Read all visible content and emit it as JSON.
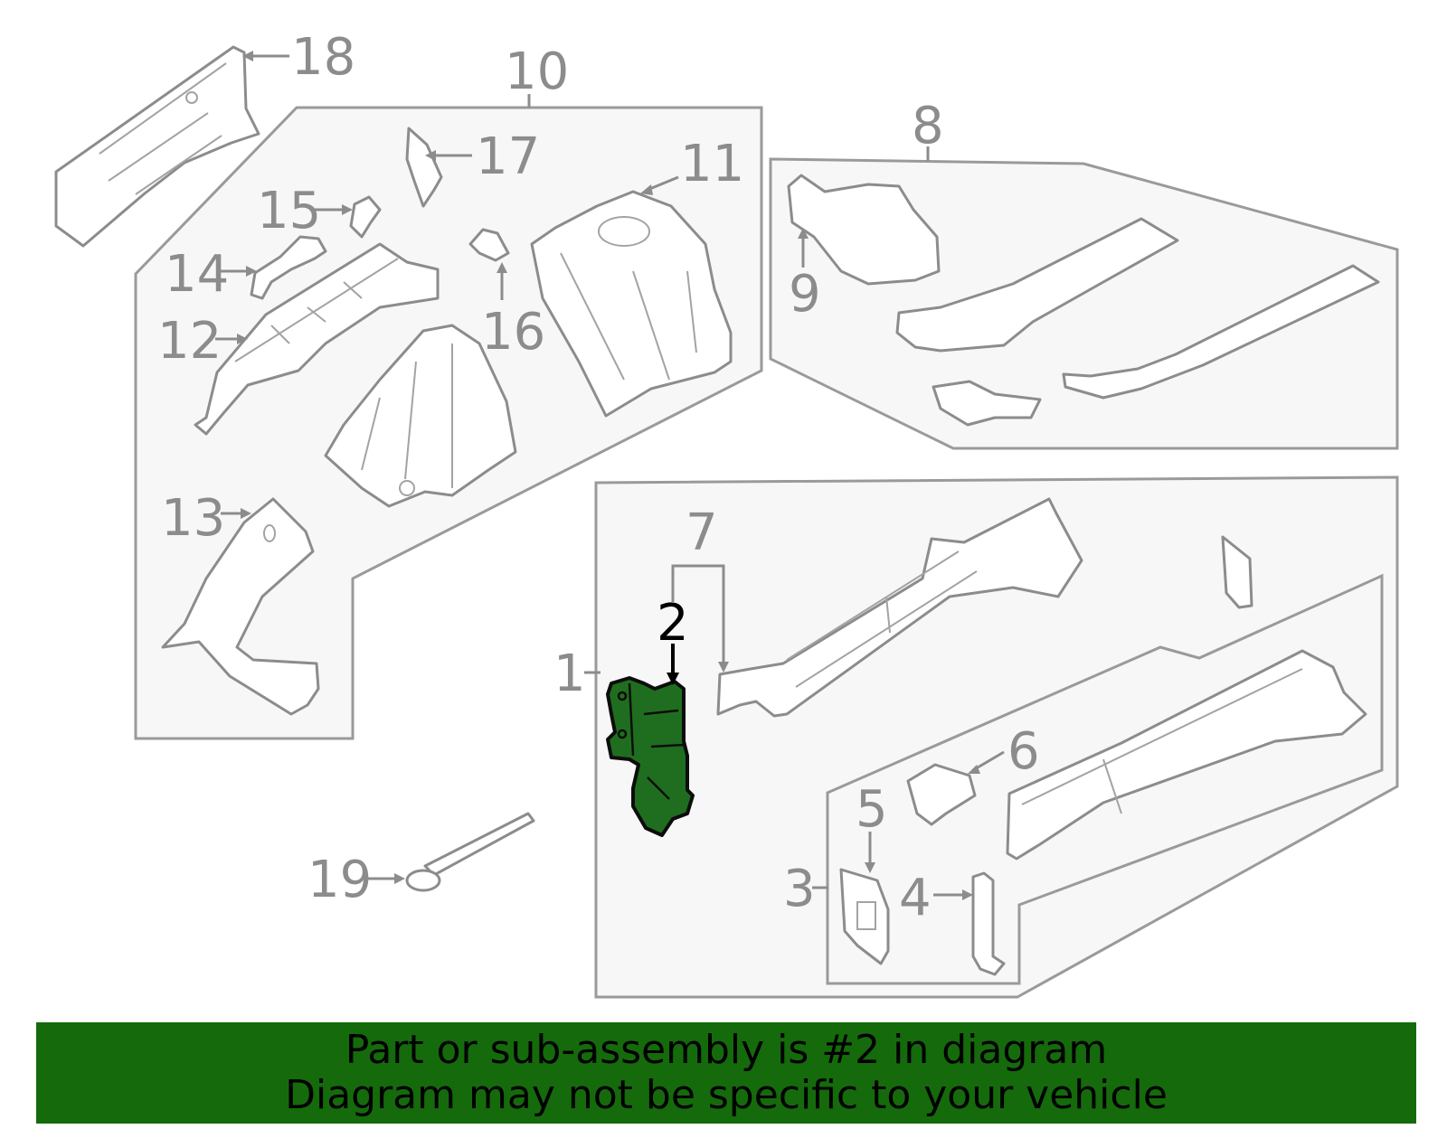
{
  "callouts": {
    "c1": "1",
    "c2": "2",
    "c3": "3",
    "c4": "4",
    "c5": "5",
    "c6": "6",
    "c7": "7",
    "c8": "8",
    "c9": "9",
    "c10": "10",
    "c11": "11",
    "c12": "12",
    "c13": "13",
    "c14": "14",
    "c15": "15",
    "c16": "16",
    "c17": "17",
    "c18": "18",
    "c19": "19"
  },
  "highlighted_part": "2",
  "colors": {
    "highlight": "#1f6e1f",
    "banner": "#156a0c",
    "line_gray": "#8c8c8c"
  },
  "banner": {
    "line1": "Part or sub-assembly is #2 in diagram",
    "line2": "Diagram may not be specific to your vehicle"
  }
}
